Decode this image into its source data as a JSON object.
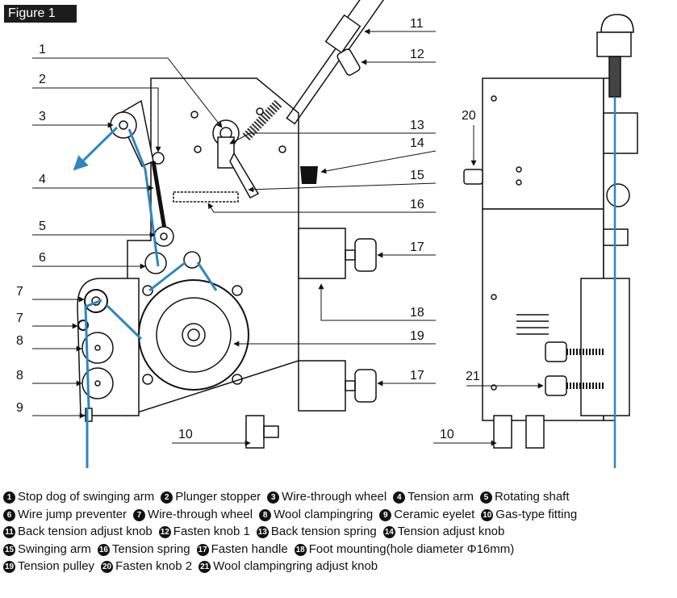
{
  "figure_label": "Figure 1",
  "callouts": {
    "c1": "1",
    "c2": "2",
    "c3": "3",
    "c4": "4",
    "c5": "5",
    "c6": "6",
    "c7a": "7",
    "c7b": "7",
    "c8a": "8",
    "c8b": "8",
    "c9": "9",
    "c10a": "10",
    "c11": "11",
    "c12": "12",
    "c13": "13",
    "c14": "14",
    "c15": "15",
    "c16": "16",
    "c17a": "17",
    "c18": "18",
    "c19": "19",
    "c17b": "17",
    "c20": "20",
    "c21": "21",
    "c10b": "10"
  },
  "legend": {
    "rows": [
      [
        {
          "num": "1",
          "text": "Stop dog of swinging arm"
        },
        {
          "num": "2",
          "text": "Plunger stopper"
        },
        {
          "num": "3",
          "text": "Wire-through wheel"
        },
        {
          "num": "4",
          "text": "Tension arm"
        },
        {
          "num": "5",
          "text": "Rotating shaft"
        }
      ],
      [
        {
          "num": "6",
          "text": "Wire jump preventer"
        },
        {
          "num": "7",
          "text": "Wire-through wheel"
        },
        {
          "num": "8",
          "text": "Wool clampingring"
        },
        {
          "num": "9",
          "text": "Ceramic eyelet"
        },
        {
          "num": "10",
          "text": "Gas-type fitting"
        }
      ],
      [
        {
          "num": "11",
          "text": "Back tension adjust knob"
        },
        {
          "num": "12",
          "text": "Fasten knob 1"
        },
        {
          "num": "13",
          "text": "Back tension spring"
        },
        {
          "num": "14",
          "text": "Tension adjust knob"
        }
      ],
      [
        {
          "num": "15",
          "text": "Swinging arm"
        },
        {
          "num": "16",
          "text": "Tension spring"
        },
        {
          "num": "17",
          "text": "Fasten handle"
        },
        {
          "num": "18",
          "text": "Foot mounting(hole diameter Φ16mm)"
        }
      ],
      [
        {
          "num": "19",
          "text": "Tension pulley"
        },
        {
          "num": "20",
          "text": "Fasten knob 2"
        },
        {
          "num": "21",
          "text": "Wool clampingring adjust knob"
        }
      ]
    ]
  },
  "colors": {
    "wire": "#2e86c1",
    "ink": "#111111",
    "tag_bg": "#1c1c1c"
  }
}
